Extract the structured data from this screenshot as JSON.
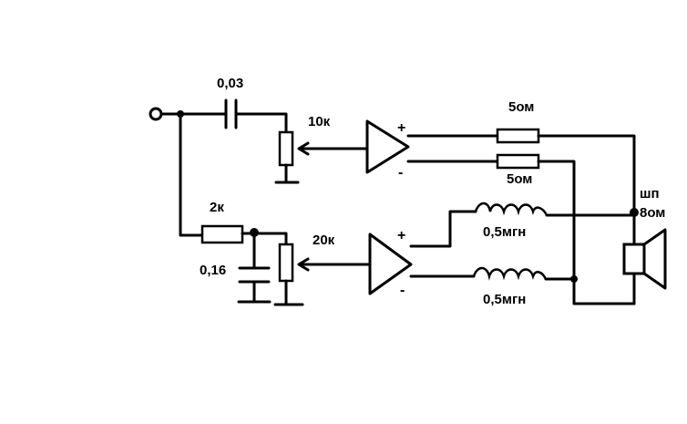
{
  "labels": {
    "c1": "0,03",
    "pot1": "10к",
    "r_top1": "5ом",
    "r_top2": "5ом",
    "r_in2": "2к",
    "c2": "0,16",
    "pot2": "20к",
    "l1": "0,5мгн",
    "l2": "0,5мгн",
    "spk_name": "шп",
    "spk_imp": "8ом"
  },
  "signs": {
    "amp1_plus": "+",
    "amp1_minus": "-",
    "amp2_plus": "+",
    "amp2_minus": "-"
  }
}
